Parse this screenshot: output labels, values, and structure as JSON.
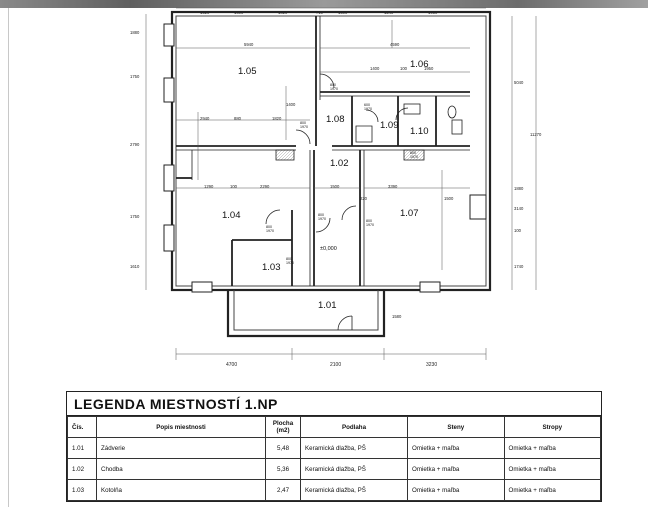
{
  "rooms": [
    {
      "no": "1.05"
    },
    {
      "no": "1.06"
    },
    {
      "no": "1.08"
    },
    {
      "no": "1.09"
    },
    {
      "no": "1.10"
    },
    {
      "no": "1.02"
    },
    {
      "no": "1.04"
    },
    {
      "no": "1.07"
    },
    {
      "no": "1.03"
    },
    {
      "no": "1.01"
    }
  ],
  "level_mark": "±0,000",
  "doors": [
    {
      "w": "800",
      "h": "1970"
    },
    {
      "w": "800",
      "h": "1970"
    },
    {
      "w": "600",
      "h": "1970"
    },
    {
      "w": "600",
      "h": "1970"
    },
    {
      "w": "800",
      "h": "1970"
    },
    {
      "w": "800",
      "h": "1970"
    },
    {
      "w": "800",
      "h": "1970"
    },
    {
      "w": "800",
      "h": "1970"
    }
  ],
  "dims_top": [
    "1520",
    "1600",
    "1820",
    "710",
    "1500",
    "1240",
    "1950"
  ],
  "dims_inner": [
    "5940",
    "4590",
    "1400",
    "100",
    "1950",
    "2940",
    "880",
    "1820",
    "1290",
    "100",
    "2290",
    "1500",
    "3390",
    "1500"
  ],
  "dims_left": [
    "1880",
    "1750",
    "2790",
    "1750",
    "1610"
  ],
  "dims_right": [
    "5040",
    "11270",
    "1880",
    "3140",
    "100",
    "1740"
  ],
  "dims_bottom": [
    "4700",
    "2100",
    "3230"
  ],
  "dims_misc": [
    "1580",
    "1400",
    "220"
  ],
  "legend": {
    "title": "LEGENDA MIESTNOSTÍ 1.NP",
    "headers": [
      "Čís.",
      "Popis miestnosti",
      "Plocha (m2)",
      "Podlaha",
      "Steny",
      "Stropy"
    ],
    "rows": [
      [
        "1.01",
        "Zádverie",
        "5,48",
        "Keramická dlažba, PŠ",
        "Omietka + maľba",
        "Omietka + maľba"
      ],
      [
        "1.02",
        "Chodba",
        "5,36",
        "Keramická dlažba, PŠ",
        "Omietka + maľba",
        "Omietka + maľba"
      ],
      [
        "1.03",
        "Kotolňa",
        "2,47",
        "Keramická dlažba, PŠ",
        "Omietka + maľba",
        "Omietka + maľba"
      ]
    ]
  }
}
